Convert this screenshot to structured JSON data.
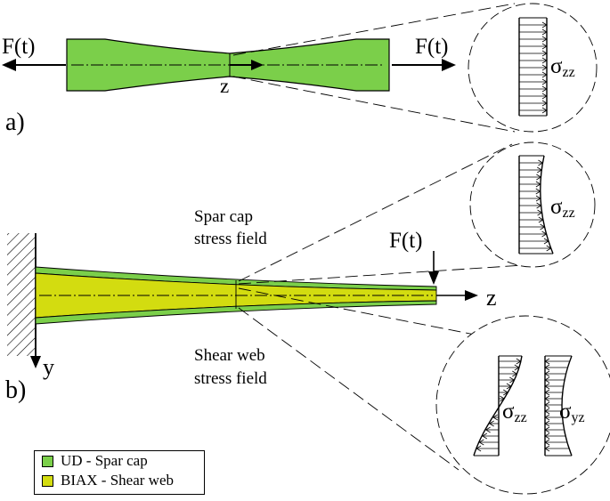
{
  "panel_a": {
    "label": "a)",
    "force_left": "F(t)",
    "force_right": "F(t)",
    "axis_label": "z",
    "stress_symbol": "σ",
    "stress_sub": "zz"
  },
  "panel_b": {
    "label": "b)",
    "force": "F(t)",
    "axis_z": "z",
    "axis_y": "y",
    "spar_cap_label_1": "Spar cap",
    "spar_cap_label_2": "stress field",
    "shear_web_label_1": "Shear web",
    "shear_web_label_2": "stress field",
    "stress_symbol": "σ",
    "stress_sub_zz": "zz",
    "stress_sub_yz": "yz"
  },
  "legend": {
    "items": [
      {
        "label": "UD - Spar cap",
        "color": "#7bcf4a"
      },
      {
        "label": "BIAX - Shear web",
        "color": "#d3dc10"
      }
    ]
  },
  "colors": {
    "ud": "#7bcf4a",
    "biax": "#d3dc10"
  }
}
